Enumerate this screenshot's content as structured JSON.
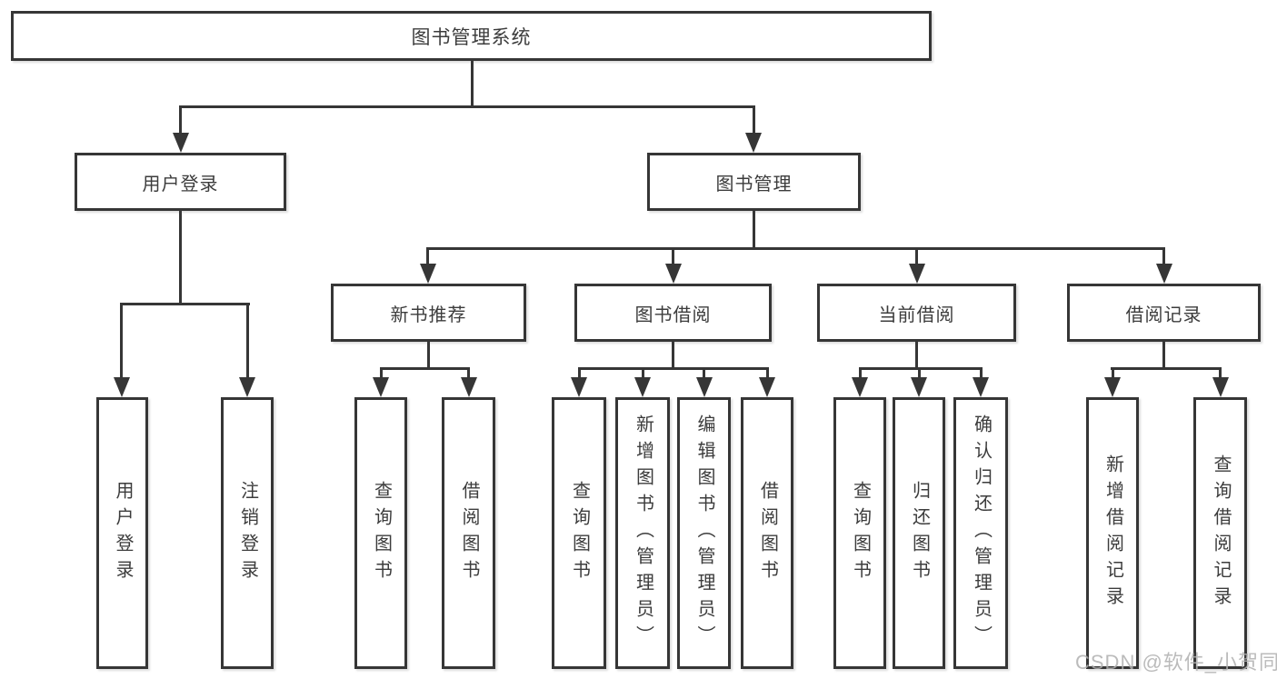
{
  "diagram": {
    "root": {
      "label": "图书管理系统"
    },
    "level2": [
      {
        "label": "用户登录",
        "children": [
          {
            "label": "用户登录"
          },
          {
            "label": "注销登录"
          }
        ]
      },
      {
        "label": "图书管理",
        "children": [
          {
            "label": "新书推荐",
            "children": [
              {
                "label": "查询图书"
              },
              {
                "label": "借阅图书"
              }
            ]
          },
          {
            "label": "图书借阅",
            "children": [
              {
                "label": "查询图书"
              },
              {
                "label": "新增图书（管理员）"
              },
              {
                "label": "编辑图书（管理员）"
              },
              {
                "label": "借阅图书"
              }
            ]
          },
          {
            "label": "当前借阅",
            "children": [
              {
                "label": "查询图书"
              },
              {
                "label": "归还图书"
              },
              {
                "label": "确认归还（管理员）"
              }
            ]
          },
          {
            "label": "借阅记录",
            "children": [
              {
                "label": "新增借阅记录"
              },
              {
                "label": "查询借阅记录"
              }
            ]
          }
        ]
      }
    ]
  },
  "watermark": {
    "text": "CSDN @软件_小贺同学"
  },
  "colors": {
    "line": "#363636",
    "text": "#3c3c3c",
    "background": "#ffffff",
    "watermark": "#b0b0b0"
  }
}
